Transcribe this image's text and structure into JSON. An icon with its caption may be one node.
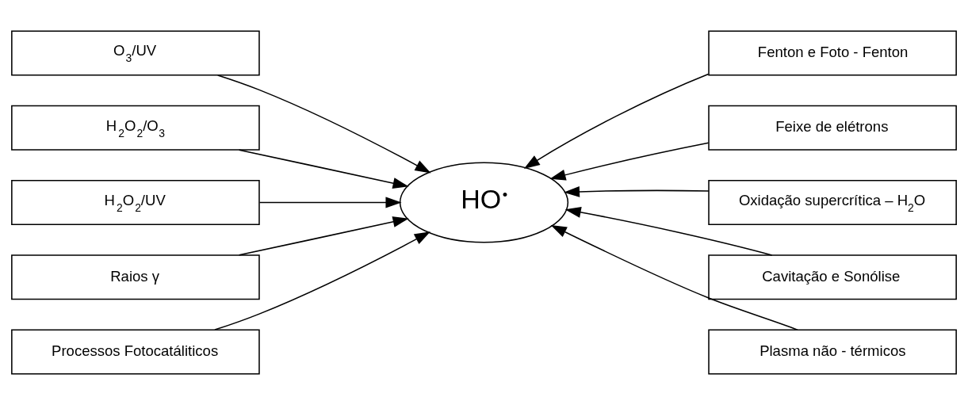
{
  "diagram": {
    "nodes": [
      {
        "text": [
          "O$_{3}$/UV"
        ]
      },
      {
        "text": [
          "Fenton e Foto - Fenton"
        ]
      },
      {
        "text": [
          "H$_{2}$O$_{2}$/O$_{3}$"
        ]
      },
      {
        "text": [
          "Feixe de elétrons"
        ]
      },
      {
        "text": [
          "H$_{2}$O$_{2}$/UV"
        ]
      },
      {
        "text": [
          "HO$^{•}$"
        ]
      },
      {
        "text": [
          "Oxidação supercrítica – H$_{2}$O"
        ]
      },
      {
        "text": [
          "Raios γ"
        ]
      },
      {
        "text": [
          "Cavitação e Sonólise"
        ]
      },
      {
        "text": [
          "Processos Fotocatáliticos"
        ]
      },
      {
        "text": [
          "Plasma não - térmicos"
        ]
      }
    ],
    "edges": [
      {
        "from": 0,
        "to": 5,
        "arrow": "to"
      },
      {
        "from": 2,
        "to": 5,
        "arrow": "to"
      },
      {
        "from": 4,
        "to": 5,
        "arrow": "to"
      },
      {
        "from": 7,
        "to": 5,
        "arrow": "to"
      },
      {
        "from": 9,
        "to": 5,
        "arrow": "to"
      },
      {
        "from": 1,
        "to": 5,
        "arrow": "to"
      },
      {
        "from": 3,
        "to": 5,
        "arrow": "to"
      },
      {
        "from": 6,
        "to": 5,
        "arrow": "to"
      },
      {
        "from": 8,
        "to": 5,
        "arrow": "to"
      },
      {
        "from": 10,
        "to": 5,
        "arrow": "to"
      }
    ]
  }
}
